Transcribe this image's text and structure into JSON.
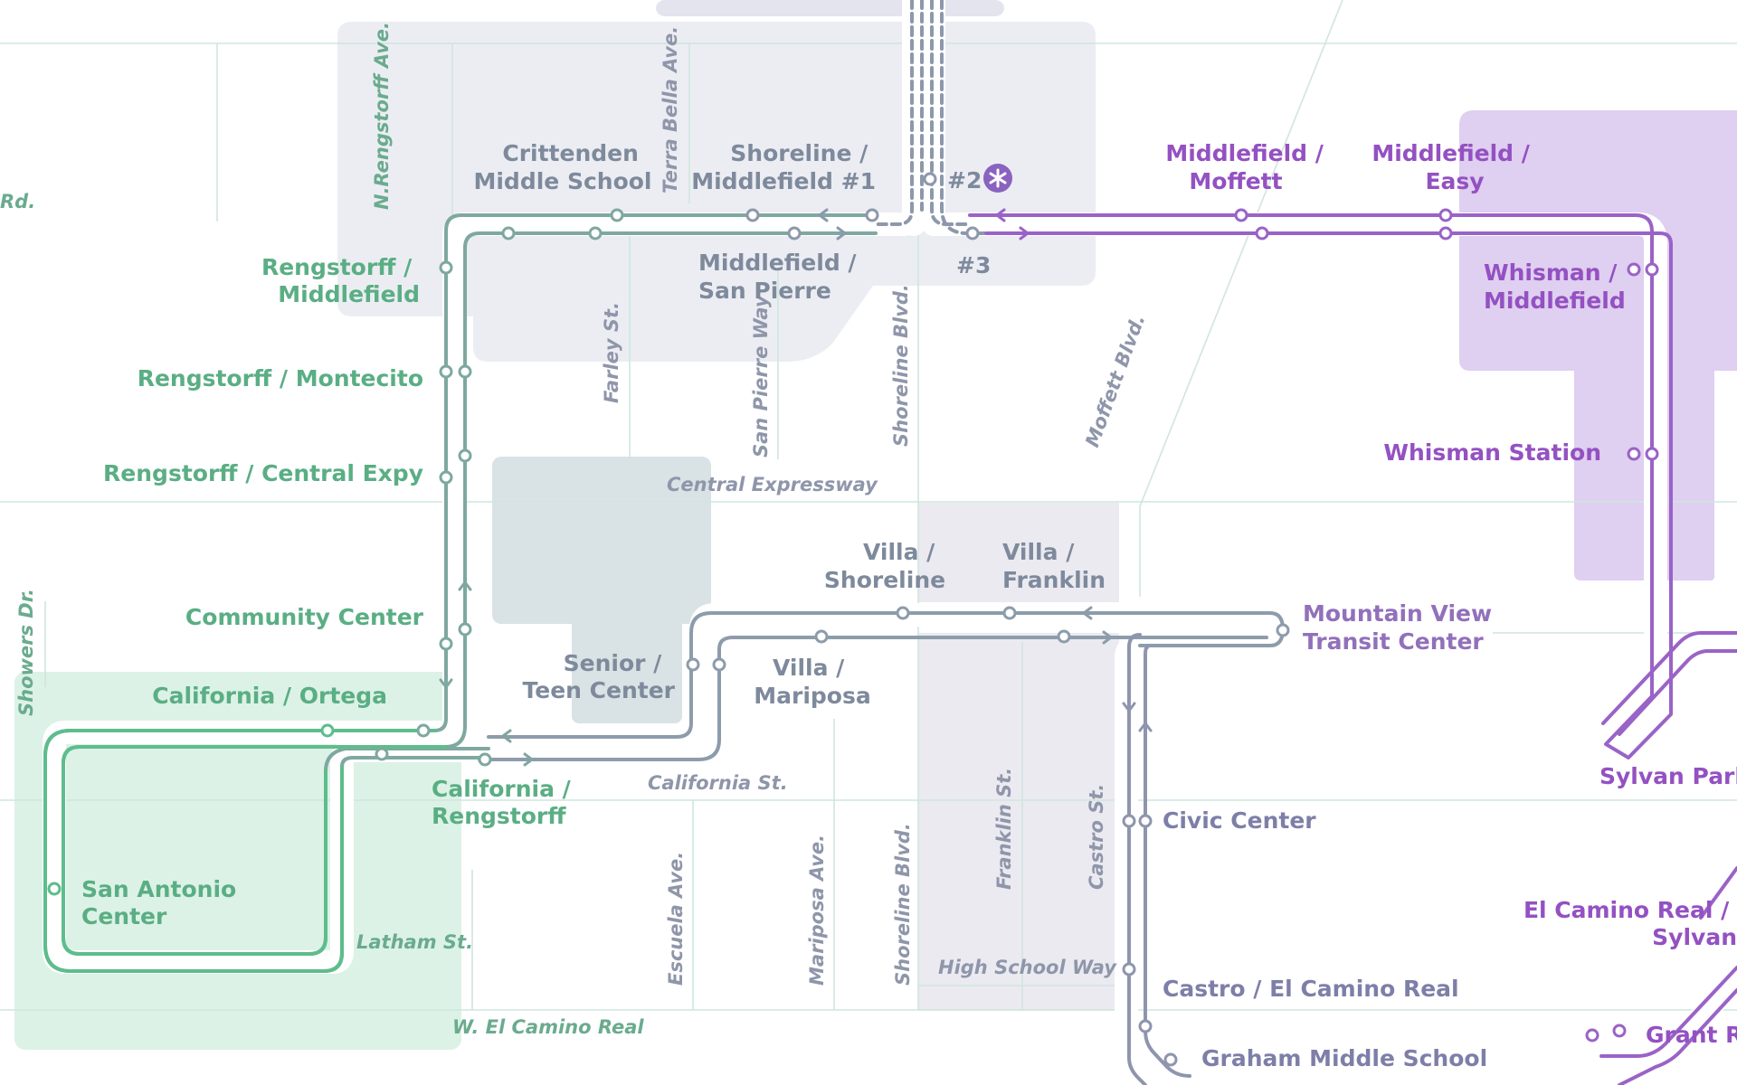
{
  "colors": {
    "green": "#5dbd8c",
    "teal": "#7ea8a0",
    "slate": "#8d98ab",
    "purple": "#9a63c7",
    "green_text": "#5aae84",
    "slate_text": "#7e8a9c",
    "purple_text": "#9451c2",
    "street_green": "#6aab8e",
    "street_slate": "#8f96aa",
    "area_gray": "#e9eaf0",
    "area_teal": "#d9e2e4",
    "area_green": "#dcf2e6",
    "area_purple": "#dfcff0"
  },
  "stops": {
    "rengstorff_middlefield": [
      "Rengstorff /",
      "Middlefield"
    ],
    "rengstorff_montecito": "Rengstorff / Montecito",
    "rengstorff_central": "Rengstorff / Central Expy",
    "community_center": "Community Center",
    "california_ortega": "California / Ortega",
    "san_antonio_center": [
      "San Antonio",
      "Center"
    ],
    "california_rengstorff": [
      "California /",
      "Rengstorff"
    ],
    "senior_teen": [
      "Senior /",
      "Teen Center"
    ],
    "villa_mariposa": [
      "Villa /",
      "Mariposa"
    ],
    "villa_shoreline": [
      "Villa /",
      "Shoreline"
    ],
    "villa_franklin": [
      "Villa /",
      "Franklin"
    ],
    "mountain_view_tc": [
      "Mountain View",
      "Transit Center"
    ],
    "civic_center": "Civic Center",
    "castro_el_camino": "Castro / El Camino Real",
    "graham_ms": "Graham Middle School",
    "crittenden_ms": [
      "Crittenden",
      "Middle School"
    ],
    "shoreline_middlefield_1": [
      "Shoreline /",
      "Middlefield #1"
    ],
    "shoreline_2": "#2",
    "shoreline_3": "#3",
    "middlefield_san_pierre": [
      "Middlefield /",
      "San Pierre"
    ],
    "middlefield_moffett": [
      "Middlefield /",
      "Moffett"
    ],
    "middlefield_easy": [
      "Middlefield /",
      "Easy"
    ],
    "whisman_middlefield": [
      "Whisman /",
      "Middlefield"
    ],
    "whisman_station": "Whisman Station",
    "sylvan_park": "Sylvan Park",
    "el_camino_sylvan": [
      "El Camino Real /",
      "Sylvan"
    ],
    "grant_rd": "Grant Re"
  },
  "streets": {
    "rd": "Rd.",
    "n_rengstorff": "N.Rengstorff Ave.",
    "terra_bella": "Terra Bella Ave.",
    "farley": "Farley St.",
    "san_pierre_way": "San Pierre Way",
    "shoreline_blvd_north": "Shoreline Blvd.",
    "moffett_blvd": "Moffett Blvd.",
    "central_expressway": "Central Expressway",
    "showers_dr": "Showers Dr.",
    "california_st": "California St.",
    "latham_st": "Latham St.",
    "w_el_camino": "W. El Camino Real",
    "escuela": "Escuela Ave.",
    "mariposa_ave": "Mariposa Ave.",
    "shoreline_blvd_south": "Shoreline Blvd.",
    "franklin_st": "Franklin St.",
    "castro_st": "Castro St.",
    "high_school_way": "High School Way"
  },
  "icons": {
    "star_badge": "asterisk-badge-icon",
    "direction_arrow": "chevron-arrow-icon"
  }
}
